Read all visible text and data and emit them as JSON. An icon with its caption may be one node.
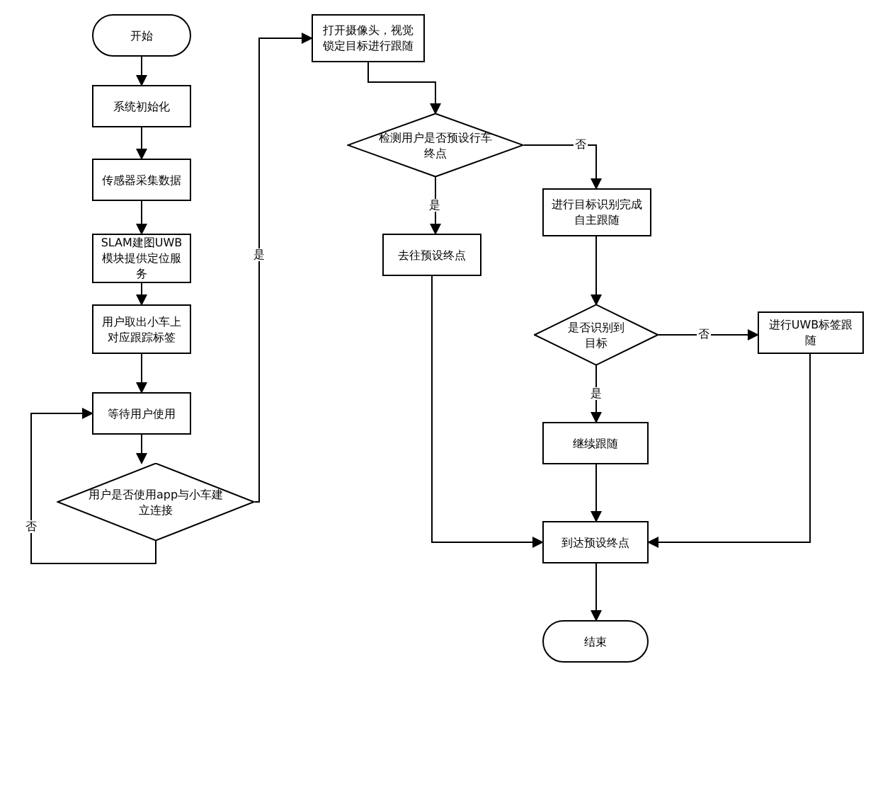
{
  "diagram": {
    "nodes": [
      {
        "text": [
          "开始"
        ]
      },
      {
        "text": [
          "系统初始化"
        ]
      },
      {
        "text": [
          "传感器采集数据"
        ]
      },
      {
        "text": [
          "SLAM建图UWB模块提供定位服务"
        ]
      },
      {
        "text": [
          "用户取出小车上对应跟踪标签"
        ]
      },
      {
        "text": [
          "等待用户使用"
        ]
      },
      {
        "text": [
          "用户是否使用app与小车建立连接"
        ]
      },
      {
        "text": [
          "打开摄像头，视觉锁定目标进行跟随"
        ]
      },
      {
        "text": [
          "检测用户是否预设行车终点"
        ]
      },
      {
        "text": [
          "去往预设终点"
        ]
      },
      {
        "text": [
          "进行目标识别完成自主跟随"
        ]
      },
      {
        "text": [
          "是否识别到目标"
        ]
      },
      {
        "text": [
          "进行UWB标签跟随"
        ]
      },
      {
        "text": [
          "继续跟随"
        ]
      },
      {
        "text": [
          "到达预设终点"
        ]
      },
      {
        "text": [
          "结束"
        ]
      }
    ],
    "edges": [
      {
        "from": 0,
        "to": 1,
        "arrow": "to"
      },
      {
        "from": 1,
        "to": 2,
        "arrow": "to"
      },
      {
        "from": 2,
        "to": 3,
        "arrow": "to"
      },
      {
        "from": 3,
        "to": 4,
        "arrow": "to"
      },
      {
        "from": 4,
        "to": 5,
        "arrow": "to"
      },
      {
        "from": 5,
        "to": 6,
        "arrow": "to"
      },
      {
        "from": 6,
        "to": 5,
        "arrow": "to",
        "label": "否"
      },
      {
        "from": 6,
        "to": 7,
        "arrow": "to",
        "label": "是"
      },
      {
        "from": 7,
        "to": 8,
        "arrow": "to"
      },
      {
        "from": 8,
        "to": 9,
        "arrow": "to",
        "label": "是"
      },
      {
        "from": 8,
        "to": 10,
        "arrow": "to",
        "label": "否"
      },
      {
        "from": 10,
        "to": 11,
        "arrow": "to"
      },
      {
        "from": 11,
        "to": 12,
        "arrow": "to",
        "label": "否"
      },
      {
        "from": 11,
        "to": 13,
        "arrow": "to",
        "label": "是"
      },
      {
        "from": 9,
        "to": 14,
        "arrow": "to"
      },
      {
        "from": 13,
        "to": 14,
        "arrow": "to"
      },
      {
        "from": 12,
        "to": 14,
        "arrow": "to"
      },
      {
        "from": 14,
        "to": 15,
        "arrow": "to"
      }
    ]
  }
}
